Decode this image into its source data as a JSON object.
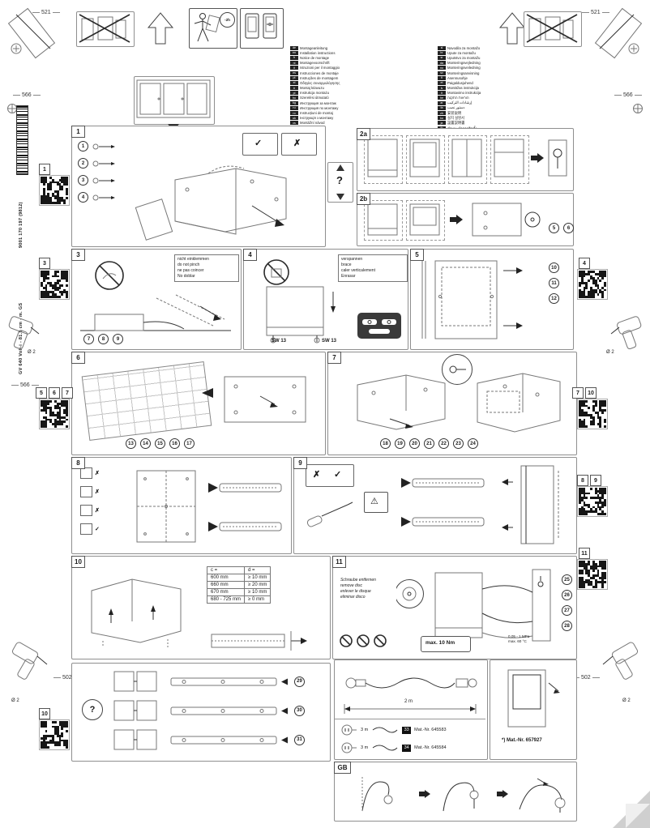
{
  "colors": {
    "ink": "#1a1a1a",
    "line": "#8a8a8a"
  },
  "page": {
    "model": "GV 640 Voll-i - 81.5 cm - m. GS",
    "order_no": "9001 170 197 (9812)"
  },
  "dims": {
    "w521": "521",
    "w566": "566",
    "w502": "502",
    "drill_dia": "Ø 2"
  },
  "top": {
    "timer": "-2h",
    "connector_question": "?"
  },
  "qr_labels": {
    "q1": "1",
    "q3": "3",
    "q5": "5",
    "q6": "6",
    "q7": "7",
    "q10_left": "10",
    "q4": "4",
    "q7_right": "7",
    "q10_right": "10",
    "q8": "8",
    "q9": "9",
    "q11": "11"
  },
  "languages_a": [
    {
      "code": "de",
      "title": "Montageanleitung"
    },
    {
      "code": "en",
      "title": "Installation instructions"
    },
    {
      "code": "fr",
      "title": "Notice de montage"
    },
    {
      "code": "nl",
      "title": "Montagevoorschrift"
    },
    {
      "code": "it",
      "title": "Istruzioni per il montaggio"
    },
    {
      "code": "es",
      "title": "Instrucciones de montaje"
    },
    {
      "code": "pt",
      "title": "Instruções de montagem"
    },
    {
      "code": "el",
      "title": "Οδηγίες συναρμολόγησης"
    },
    {
      "code": "tr",
      "title": "Montaj kılavuzu"
    },
    {
      "code": "pl",
      "title": "Instrukcja montażu"
    },
    {
      "code": "hu",
      "title": "Szerelési útmutató"
    },
    {
      "code": "bg",
      "title": "Инструкция за монтаж"
    },
    {
      "code": "ru",
      "title": "Инструкция по монтажу"
    },
    {
      "code": "ro",
      "title": "Instrucțiuni de montaj"
    },
    {
      "code": "uk",
      "title": "Інструкція з монтажу"
    },
    {
      "code": "cs",
      "title": "Montážní návod"
    },
    {
      "code": "sk",
      "title": "Montážny návod"
    }
  ],
  "languages_b": [
    {
      "code": "sl",
      "title": "Navodila za montažo"
    },
    {
      "code": "hr",
      "title": "Upute za montažu"
    },
    {
      "code": "sr",
      "title": "Uputstvo za montažu"
    },
    {
      "code": "da",
      "title": "Monteringsvejledning"
    },
    {
      "code": "no",
      "title": "Monteringsveiledning"
    },
    {
      "code": "sv",
      "title": "Monteringsanvisning"
    },
    {
      "code": "fi",
      "title": "Asennusohje"
    },
    {
      "code": "et",
      "title": "Paigaldusjuhend"
    },
    {
      "code": "lv",
      "title": "Montāžas instrukcija"
    },
    {
      "code": "lt",
      "title": "Montavimo instrukcija"
    },
    {
      "code": "he",
      "title": "הוראות התקנה"
    },
    {
      "code": "ar",
      "title": "إرشادات التركيب"
    },
    {
      "code": "fa",
      "title": "دستور نصب"
    },
    {
      "code": "zh",
      "title": "安装说明"
    },
    {
      "code": "ko",
      "title": "설치 설명서"
    },
    {
      "code": "ja",
      "title": "設置説明書"
    },
    {
      "code": "th",
      "title": "คำแนะนำการติดตั้ง"
    }
  ],
  "steps": {
    "s1": {
      "num": "1",
      "markers": [
        "1",
        "2",
        "3",
        "4"
      ],
      "check": "✓",
      "cross": "✗"
    },
    "s2a": {
      "num": "2a"
    },
    "s2b": {
      "num": "2b",
      "markers": [
        "5",
        "6"
      ]
    },
    "s3": {
      "num": "3",
      "note": [
        "nicht einklemmen",
        "do not pinch",
        "ne pas coincer",
        "No doblar"
      ],
      "markers": [
        "7",
        "8",
        "9"
      ]
    },
    "s4": {
      "num": "4",
      "note": [
        "verspannen",
        "brace",
        "caler verticalement",
        "Enrasar"
      ],
      "wrench": "SW 13"
    },
    "s5": {
      "num": "5",
      "markers": [
        "10",
        "11",
        "12"
      ]
    },
    "s6": {
      "num": "6",
      "markers": [
        "13",
        "14",
        "15",
        "16",
        "17"
      ]
    },
    "s7": {
      "num": "7",
      "markers": [
        "18",
        "19",
        "20",
        "21",
        "22",
        "23",
        "24"
      ]
    },
    "s8": {
      "num": "8",
      "marks": [
        "✗",
        "✗",
        "✗",
        "✓"
      ]
    },
    "s9": {
      "num": "9",
      "cross": "✗",
      "check": "✓",
      "warning": "⚠"
    },
    "s10": {
      "num": "10",
      "table": {
        "headers": [
          "c =",
          "d ="
        ],
        "rows": [
          [
            "600 mm",
            "≥ 10 mm"
          ],
          [
            "660 mm",
            "≥ 20 mm"
          ],
          [
            "670 mm",
            "≥ 10 mm"
          ],
          [
            "680 - 725 mm",
            "≥ 0 mm"
          ]
        ]
      }
    },
    "s11": {
      "num": "11",
      "note": [
        "Schraube entfernen",
        "remove disc",
        "enlever le disque",
        "eliminar disco"
      ],
      "torque": "max. 10 Nm",
      "markers": [
        "25",
        "26",
        "27",
        "28"
      ],
      "specs": [
        "0,05 - 1 MPa",
        "max. 60 °C"
      ]
    },
    "s10b": {
      "question": "?",
      "rows": [
        "29",
        "30",
        "31"
      ]
    },
    "hoses": {
      "length_label": "2 m",
      "rows": [
        {
          "id": "33",
          "len": "3 m",
          "mat": "Mat.-Nr. 645583"
        },
        {
          "id": "34",
          "len": "3 m",
          "mat": "Mat.-Nr. 645584"
        }
      ]
    },
    "panel": {
      "mat": "*) Mat.-Nr. 657927"
    },
    "gb": {
      "num": "GB"
    }
  }
}
